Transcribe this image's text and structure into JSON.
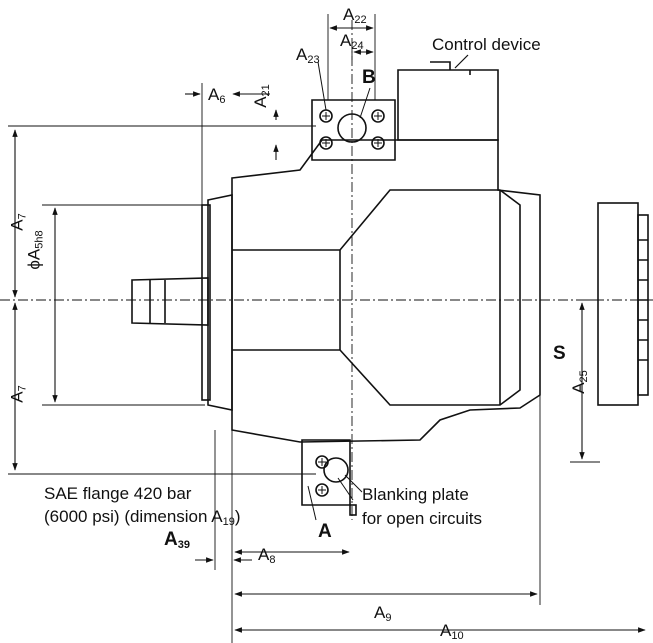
{
  "labels": {
    "control_device": "Control device",
    "port_b": "B",
    "port_a": "A",
    "port_s": "S",
    "sae_flange_line1": "SAE flange 420 bar",
    "sae_flange_line2": "(6000 psi) (dimension A",
    "sae_flange_line2_sub": "19",
    "sae_flange_line2_end": ")",
    "blanking_line1": "Blanking plate",
    "blanking_line2": "for open circuits"
  },
  "dimensions": {
    "a22": {
      "base": "A",
      "sub": "22"
    },
    "a24": {
      "base": "A",
      "sub": "24"
    },
    "a23": {
      "base": "A",
      "sub": "23"
    },
    "a21": {
      "base": "A",
      "sub": "21"
    },
    "a6": {
      "base": "A",
      "sub": "6"
    },
    "a7_top": {
      "base": "A",
      "sub": "7"
    },
    "a7_bottom": {
      "base": "A",
      "sub": "7"
    },
    "a5": {
      "base": "ϕA",
      "sub": "5h8"
    },
    "a25": {
      "base": "A",
      "sub": "25"
    },
    "a39": {
      "base": "A",
      "sub": "39"
    },
    "a8": {
      "base": "A",
      "sub": "8"
    },
    "a9": {
      "base": "A",
      "sub": "9"
    },
    "a10": {
      "base": "A",
      "sub": "10"
    }
  }
}
